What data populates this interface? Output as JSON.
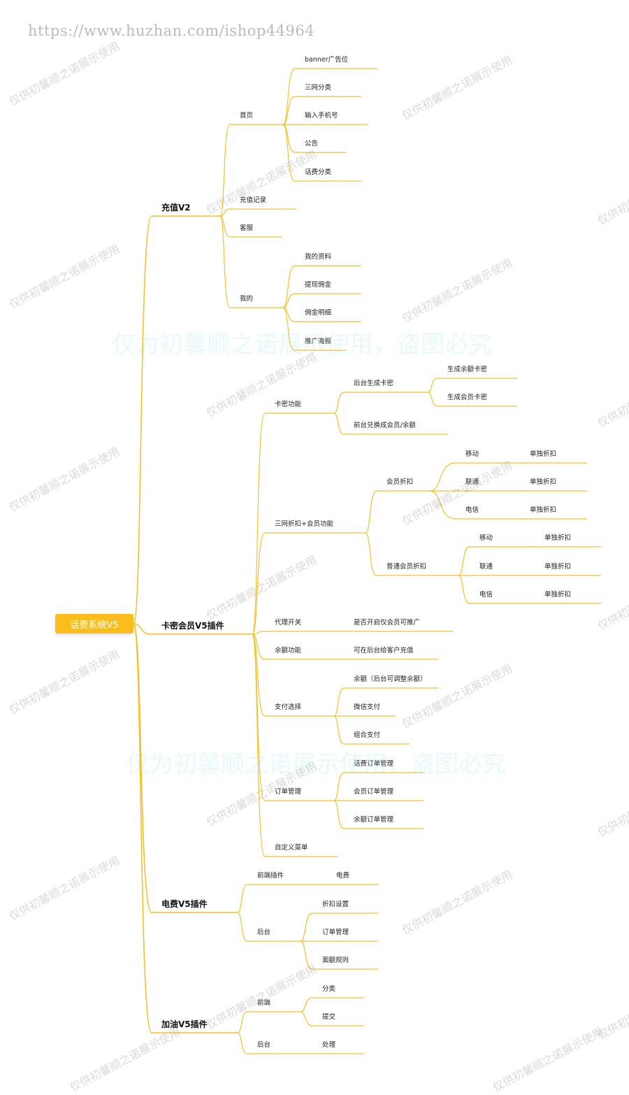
{
  "watermarks": {
    "url": "https://www.huzhan.com/ishop44964",
    "small": "仅供初馨顺之诺展示使用",
    "big": "仅为初馨顺之诺展示使用，盗图必究"
  },
  "colors": {
    "line": "#f2c12e",
    "root": "#fbbd1c"
  },
  "tree": {
    "label": "话费系统V5",
    "children": [
      {
        "label": "充值V2",
        "children": [
          {
            "label": "首页",
            "children": [
              {
                "label": "banner广告位"
              },
              {
                "label": "三网分类"
              },
              {
                "label": "输入手机号"
              },
              {
                "label": "公告"
              },
              {
                "label": "话费分类"
              }
            ]
          },
          {
            "label": "充值记录"
          },
          {
            "label": "客服"
          },
          {
            "label": "我的",
            "children": [
              {
                "label": "我的资料"
              },
              {
                "label": "提现佣金"
              },
              {
                "label": "佣金明细"
              },
              {
                "label": "推广海报"
              }
            ]
          }
        ]
      },
      {
        "label": "卡密会员V5插件",
        "children": [
          {
            "label": "卡密功能",
            "children": [
              {
                "label": "后台生成卡密",
                "children": [
                  {
                    "label": "生成余额卡密"
                  },
                  {
                    "label": "生成会员卡密"
                  }
                ]
              },
              {
                "label": "前台兑换成会员/余额"
              }
            ]
          },
          {
            "label": "三网折扣+会员功能",
            "children": [
              {
                "label": "会员折扣",
                "children": [
                  {
                    "label": "移动",
                    "children": [
                      {
                        "label": "单独折扣"
                      }
                    ]
                  },
                  {
                    "label": "联通",
                    "children": [
                      {
                        "label": "单独折扣"
                      }
                    ]
                  },
                  {
                    "label": "电信",
                    "children": [
                      {
                        "label": "单独折扣"
                      }
                    ]
                  }
                ]
              },
              {
                "label": "普通会员折扣",
                "children": [
                  {
                    "label": "移动",
                    "children": [
                      {
                        "label": "单独折扣"
                      }
                    ]
                  },
                  {
                    "label": "联通",
                    "children": [
                      {
                        "label": "单独折扣"
                      }
                    ]
                  },
                  {
                    "label": "电信",
                    "children": [
                      {
                        "label": "单独折扣"
                      }
                    ]
                  }
                ]
              }
            ]
          },
          {
            "label": "代理开关",
            "children": [
              {
                "label": "是否开启仅会员可推广"
              }
            ]
          },
          {
            "label": "余额功能",
            "children": [
              {
                "label": "可在后台给客户充值"
              }
            ]
          },
          {
            "label": "支付选择",
            "children": [
              {
                "label": "余额（后台可调整余额）"
              },
              {
                "label": "微信支付"
              },
              {
                "label": "组合支付"
              }
            ]
          },
          {
            "label": "订单管理",
            "children": [
              {
                "label": "话费订单管理"
              },
              {
                "label": "会员订单管理"
              },
              {
                "label": "余额订单管理"
              }
            ]
          },
          {
            "label": "自定义菜单"
          }
        ]
      },
      {
        "label": "电费V5插件",
        "children": [
          {
            "label": "前端插件",
            "children": [
              {
                "label": "电费"
              }
            ]
          },
          {
            "label": "后台",
            "children": [
              {
                "label": "折扣设置"
              },
              {
                "label": "订单管理"
              },
              {
                "label": "面额规则"
              }
            ]
          }
        ]
      },
      {
        "label": "加油V5插件",
        "children": [
          {
            "label": "前端",
            "children": [
              {
                "label": "分类"
              },
              {
                "label": "提交"
              }
            ]
          },
          {
            "label": "后台",
            "children": [
              {
                "label": "处理"
              }
            ]
          }
        ]
      }
    ]
  }
}
